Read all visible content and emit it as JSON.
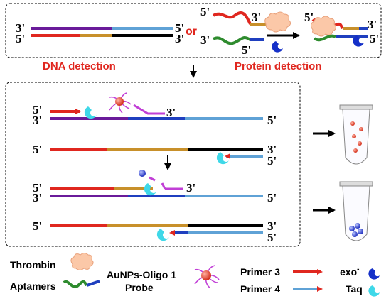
{
  "ends": {
    "three": "3'",
    "five": "5'"
  },
  "top": {
    "or": "or",
    "dna_detection": "DNA detection",
    "protein_detection": "Protein detection"
  },
  "legend": {
    "thrombin": "Thrombin",
    "aptamers": "Aptamers",
    "aunp_line1": "AuNPs-Oligo 1",
    "aunp_line2": "Probe",
    "primer3": "Primer 3",
    "primer4": "Primer 4",
    "exo": "exo",
    "exo_sup": "-",
    "taq": "Taq"
  },
  "colors": {
    "purple": "#6a1b9a",
    "red": "#e0271f",
    "gold": "#c8902a",
    "blue": "#1f3fbf",
    "lightblue": "#5fa2d6",
    "black": "#000000",
    "green": "#2e8b2e",
    "magenta": "#c13fd6",
    "cyan": "#3fd8e8",
    "dark_blue": "#1530c8"
  }
}
